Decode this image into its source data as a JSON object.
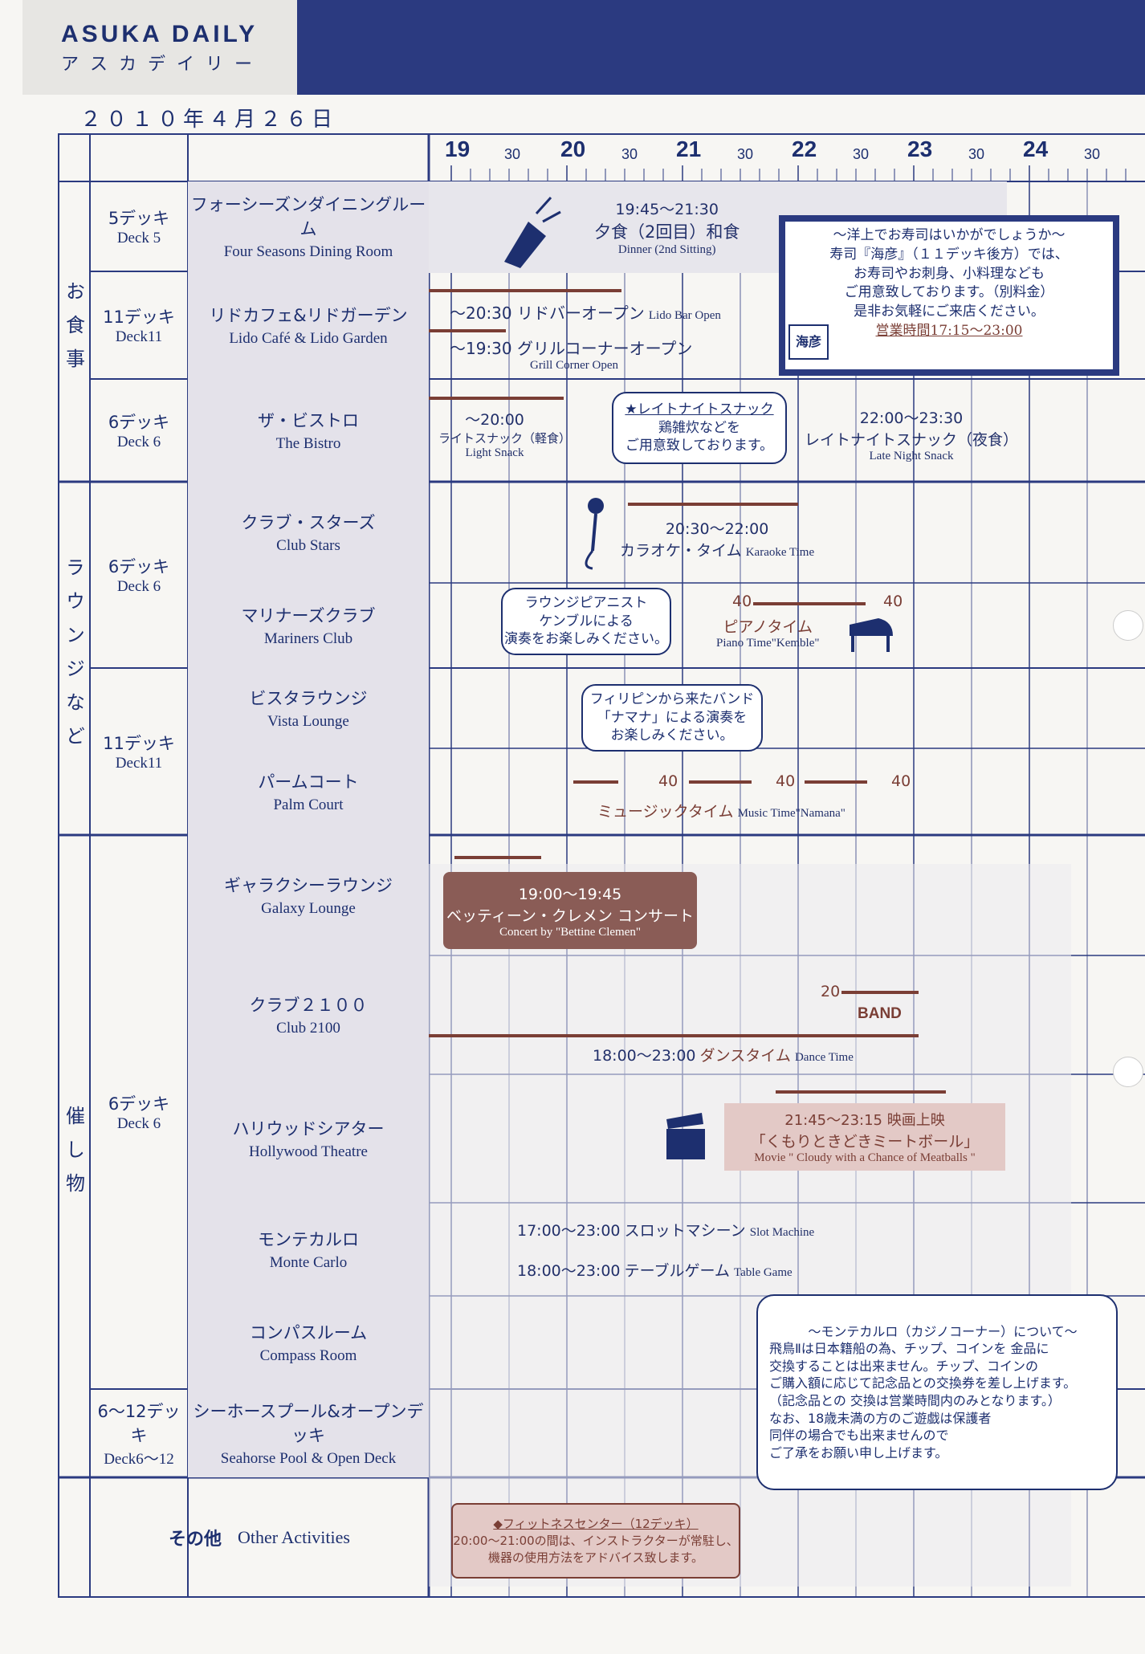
{
  "header": {
    "title": "ASUKA DAILY",
    "subtitle": "アスカデイリー"
  },
  "date": "２０１０年４月２６日",
  "timeline": {
    "hours": [
      "19",
      "20",
      "21",
      "22",
      "23",
      "24"
    ],
    "half": "30"
  },
  "categories": {
    "dining": "お食事",
    "lounge": "ラウンジなど",
    "events": "催し物"
  },
  "decks": {
    "d5": {
      "j": "5デッキ",
      "e": "Deck 5"
    },
    "d11a": {
      "j": "11デッキ",
      "e": "Deck11"
    },
    "d6a": {
      "j": "6デッキ",
      "e": "Deck 6"
    },
    "d6b": {
      "j": "6デッキ",
      "e": "Deck 6"
    },
    "d11b": {
      "j": "11デッキ",
      "e": "Deck11"
    },
    "d6c": {
      "j": "6デッキ",
      "e": "Deck 6"
    },
    "d612": {
      "j": "6〜12デッキ",
      "e": "Deck6〜12"
    }
  },
  "venues": {
    "four_seasons": {
      "j": "フォーシーズンダイニングルーム",
      "e": "Four Seasons Dining Room"
    },
    "lido": {
      "j": "リドカフェ&リドガーデン",
      "e": "Lido Café & Lido Garden"
    },
    "bistro": {
      "j": "ザ・ビストロ",
      "e": "The Bistro"
    },
    "club_stars": {
      "j": "クラブ・スターズ",
      "e": "Club Stars"
    },
    "mariners": {
      "j": "マリナーズクラブ",
      "e": "Mariners Club"
    },
    "vista": {
      "j": "ビスタラウンジ",
      "e": "Vista Lounge"
    },
    "palm": {
      "j": "パームコート",
      "e": "Palm Court"
    },
    "galaxy": {
      "j": "ギャラクシーラウンジ",
      "e": "Galaxy Lounge"
    },
    "club2100": {
      "j": "クラブ２１００",
      "e": "Club 2100"
    },
    "hollywood": {
      "j": "ハリウッドシアター",
      "e": "Hollywood Theatre"
    },
    "monte": {
      "j": "モンテカルロ",
      "e": "Monte Carlo"
    },
    "compass": {
      "j": "コンパスルーム",
      "e": "Compass Room"
    },
    "seahorse": {
      "j": "シーホースプール&オープンデッキ",
      "e": "Seahorse Pool & Open Deck"
    }
  },
  "other": {
    "j": "その他",
    "e": "Other Activities"
  },
  "events": {
    "dinner": {
      "time": "19:45〜21:30",
      "j": "夕食（2回目）和食",
      "e": "Dinner (2nd Sitting)"
    },
    "lido_bar": {
      "j": "〜20:30 リドバーオープン",
      "e": "Lido Bar Open"
    },
    "grill": {
      "j": "〜19:30 グリルコーナーオープン",
      "e": "Grill Corner Open"
    },
    "light_snack": {
      "time": "〜20:00",
      "j": "ライトスナック（軽食）",
      "e": "Light Snack"
    },
    "late_callout": [
      "★レイトナイトスナック",
      "鶏雑炊などを",
      "ご用意致しております。"
    ],
    "late_snack": {
      "time": "22:00〜23:30",
      "j": "レイトナイトスナック（夜食）",
      "e": "Late Night Snack"
    },
    "karaoke": {
      "time": "20:30〜22:00",
      "j": "カラオケ・タイム",
      "e": "Karaoke Time"
    },
    "piano_callout": [
      "ラウンジピアニスト",
      "ケンブルによる",
      "演奏をお楽しみください。"
    ],
    "piano": {
      "n1": "40",
      "n2": "40",
      "j": "ピアノタイム",
      "e": "Piano Time\"Kemble\""
    },
    "band_callout": [
      "フィリピンから来たバンド",
      "「ナマナ」による演奏を",
      "お楽しみください。"
    ],
    "music": {
      "n1": "40",
      "n2": "40",
      "n3": "40",
      "j": "ミュージックタイム",
      "e": "Music Time\"Namana\""
    },
    "concert": {
      "time": "19:00〜19:45",
      "j": "ベッティーン・クレメン コンサート",
      "e": "Concert by \"Bettine Clemen\""
    },
    "band": {
      "n": "20",
      "label": "BAND"
    },
    "dance": {
      "time": "18:00〜23:00",
      "j": "ダンスタイム",
      "e": "Dance Time"
    },
    "movie": {
      "time": "21:45〜23:15",
      "j1": "映画上映",
      "j2": "「くもりときどきミートボール」",
      "e": "Movie \" Cloudy with a Chance of Meatballs \""
    },
    "slot": {
      "time": "17:00〜23:00",
      "j": "スロットマシーン",
      "e": "Slot Machine"
    },
    "table": {
      "time": "18:00〜23:00",
      "j": "テーブルゲーム",
      "e": "Table Game"
    }
  },
  "sushi": {
    "lines": [
      "〜洋上でお寿司はいかがでしょうか〜",
      "寿司『海彦』（１１デッキ後方）では、",
      "お寿司やお刺身、小料理なども",
      "ご用意致しております。（別料金）",
      "是非お気軽にご来店ください。",
      "営業時間17:15〜23:00"
    ],
    "logo": "海彦"
  },
  "casino": {
    "lines": [
      "〜モンテカルロ（カジノコーナー）について〜",
      "飛鳥Ⅱは日本籍船の為、チップ、コインを 金品に",
      "交換することは出来ません。チップ、コインの",
      "ご購入額に応じて記念品との交換券を差し上げます。",
      "（記念品との 交換は営業時間内のみとなります。）",
      "なお、18歳未満の方のご遊戯は保護者",
      "同伴の場合でも出来ませんので",
      "ご了承をお願い申し上げます。"
    ]
  },
  "fitness": {
    "lines": [
      "◆フィットネスセンター（12デッキ）",
      "20:00〜21:00の間は、インストラクターが常駐し、",
      "機器の使用方法をアドバイス致します。"
    ]
  },
  "colors": {
    "navy": "#1d2f6f",
    "accent": "#7a3e35",
    "shade": "#e4e2ea"
  }
}
